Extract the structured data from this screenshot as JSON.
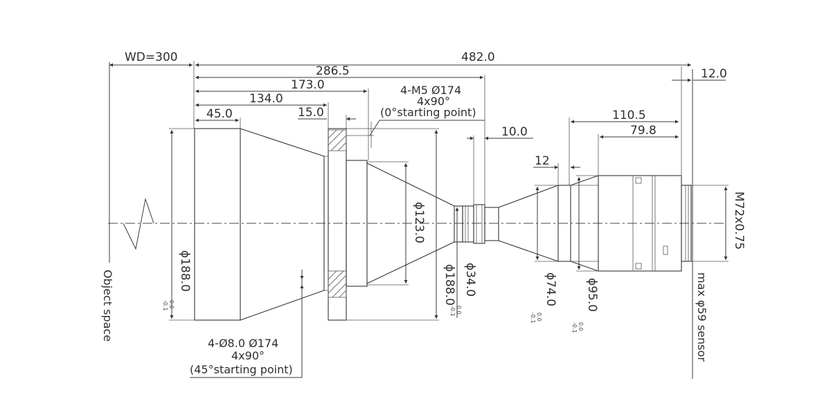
{
  "dimensions": {
    "wd": "WD=300",
    "total_length": "482.0",
    "len_286_5": "286.5",
    "len_173": "173.0",
    "len_134": "134.0",
    "len_45": "45.0",
    "len_15": "15.0",
    "len_10": "10.0",
    "len_12_top": "12.0",
    "len_110_5": "110.5",
    "len_79_8": "79.8",
    "len_12": "12",
    "dia_188_front": "ϕ188.0",
    "dia_123": "ϕ123.0",
    "dia_188_flange": "ϕ188.0",
    "dia_34": "ϕ34.0",
    "dia_74": "ϕ74.0",
    "dia_95": "ϕ95.0",
    "thread": "M72x0.75",
    "tol_upper": "0.0",
    "tol_lower": "-0.1"
  },
  "notes": {
    "m5_line1": "4-M5  Ø174",
    "m5_line2": "4x90°",
    "m5_line3": "(0°starting point)",
    "hole_line1": "4-Ø8.0  Ø174",
    "hole_line2": "4x90°",
    "hole_line3": "(45°starting point)",
    "object_space": "Object space",
    "sensor": "max φ59 sensor"
  }
}
